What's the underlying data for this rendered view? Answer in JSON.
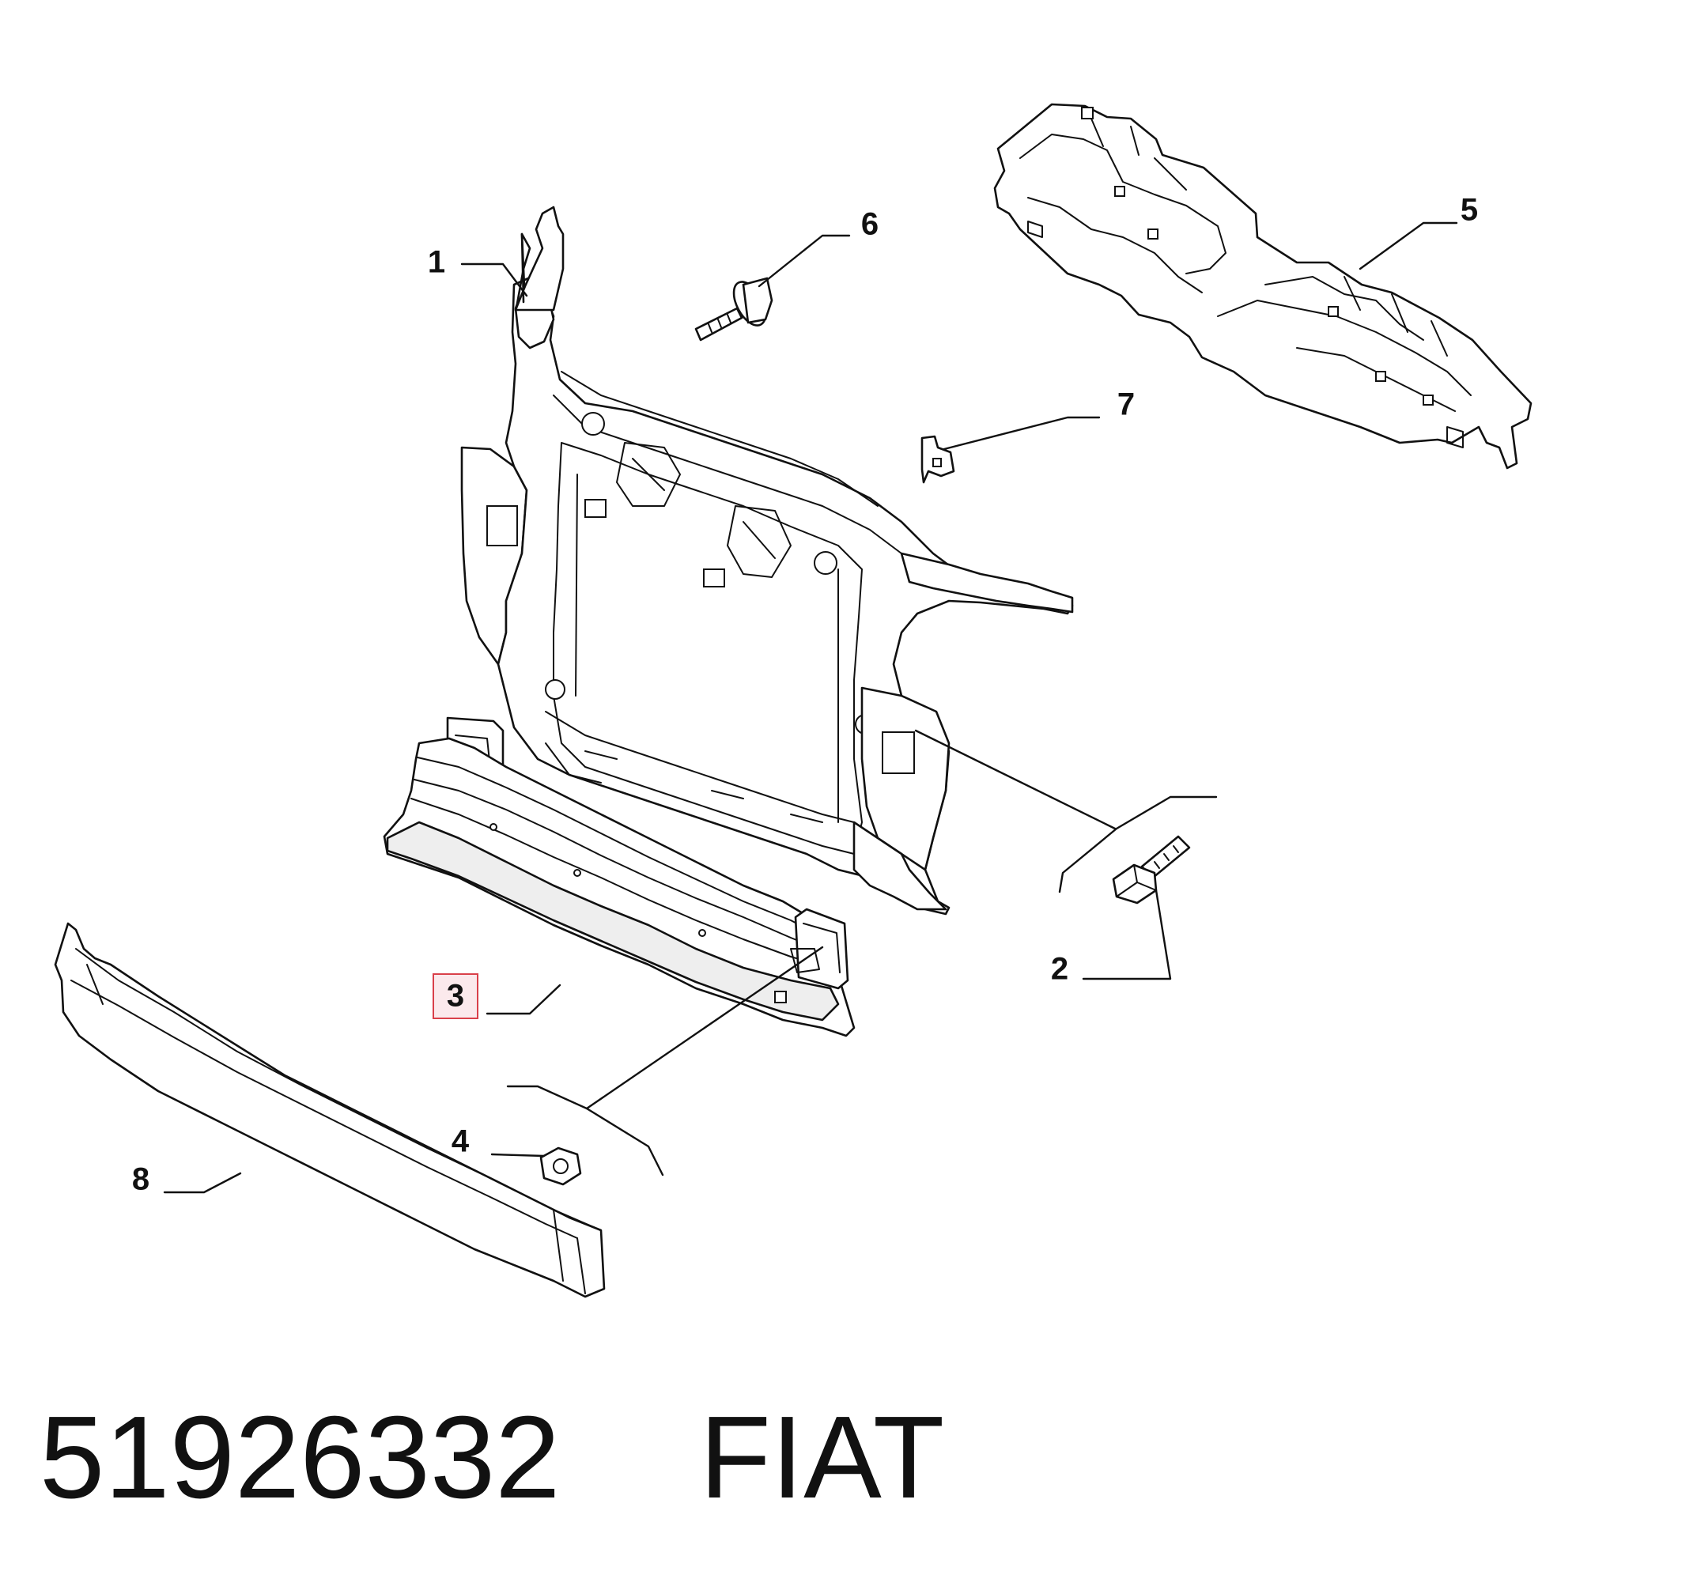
{
  "callouts": {
    "c1": "1",
    "c2": "2",
    "c3": "3",
    "c4": "4",
    "c5": "5",
    "c6": "6",
    "c7": "7",
    "c8": "8"
  },
  "highlight": {
    "part": "3",
    "color": "#d9404a",
    "fill": "#fbe9ec"
  },
  "caption": {
    "part_number": "51926332",
    "brand": "FIAT"
  }
}
